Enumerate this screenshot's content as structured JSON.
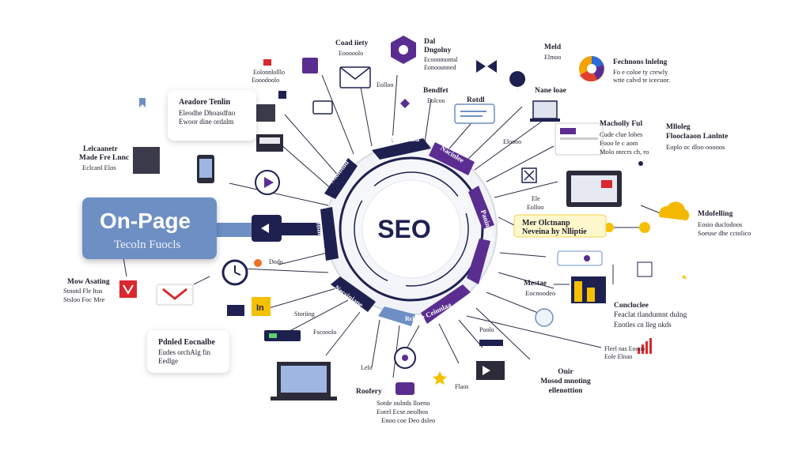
{
  "center": {
    "title": "SEO"
  },
  "main_card": {
    "title": "On-Page",
    "subtitle": "Tecoln Fuocls"
  },
  "ring_labels": [
    "Dlcbinind",
    "Nacinlee",
    "Paninalled",
    "Ne Ceinnlaa",
    "Rcicne",
    "Necsiniane",
    "Dlsnoplod",
    "Nlolbnid"
  ],
  "labels": {
    "top_1": [
      "Coad iiety",
      "Eooooolo"
    ],
    "top_2": [
      "Dal",
      "Dngolny",
      "Ecoonmontal",
      "Eonoounned"
    ],
    "top_3": [
      "Meld",
      "Elmoo"
    ],
    "top_4": [
      "Fechnons lnlelng",
      "Fo e coloe ty crewly",
      "wtte calvd te icecuor."
    ],
    "top_5": [
      "Bendfet",
      "Eolcoo"
    ],
    "top_6": [
      "Rotdl"
    ],
    "top_7": [
      "Nane loae"
    ],
    "tl_1": [
      "Eolonnlolllo",
      "Eooodoolo"
    ],
    "tl_2": [
      "Eolloo"
    ],
    "left_1": [
      "Lelcaanetr",
      "Made Fre Lnnc",
      "Eclcanl Elos"
    ],
    "left_2": [
      "Mow Asating",
      "Stnotd Fle ltus",
      "Stsloo Foc Mre"
    ],
    "mid_1": [
      "Dodo"
    ],
    "mid_2": [
      "Storiing"
    ],
    "mid_3": [
      "Fscooolo"
    ],
    "bottom_1": [
      "Roofery",
      "Sotde oulnds lloeno",
      "Eorel Ecse.neolhos",
      "Enoo coe Deo dsleo"
    ],
    "bottom_2": [
      "Lelo"
    ],
    "bottom_3": [
      "Poolo",
      "Flaos"
    ],
    "bottom_4": [
      "Onir",
      "Mosod mnoting",
      "ellenottion"
    ],
    "right_1": [
      "Macholly Ful",
      "Cude clue lobes",
      "Fooo le c aom",
      "Molo otecrs ch, ro"
    ],
    "right_2": [
      "Mlloleg",
      "Flooclaaon Lanlnte",
      "Eoplo oc dloo ooooos"
    ],
    "right_3": [
      "Mdofelling",
      "Eosio duclodoos",
      "Soeuse dhe cctolico"
    ],
    "right_4": [
      "Mestae",
      "Eocnoodeo"
    ],
    "right_5": [
      "Concloclee",
      "Feaclat tlandumnt dulng",
      "Enotles cn lleg nkds"
    ],
    "right_6": [
      "Fleel nas Eoooo",
      "Eole Elnao"
    ],
    "right_7": [
      "Ele",
      "Eolloo"
    ],
    "right_8": [
      "Eloooo"
    ],
    "card_tl": [
      "Aeadore Tenlin",
      "Eleodhe Dhoasdfno",
      "Ewoor dine ordalm"
    ],
    "card_bl": [
      "Pdnled Eocnalbe",
      "Eudes orchAlg fin",
      "Eedlge"
    ],
    "highlight": [
      "Mer Olctnanp",
      "Neveina hy Nlliptie"
    ]
  },
  "colors": {
    "accent": "#5b2d91",
    "navy": "#1e2150",
    "blue": "#6d8fc4",
    "yellow": "#f5c000",
    "red": "#d9282e"
  }
}
